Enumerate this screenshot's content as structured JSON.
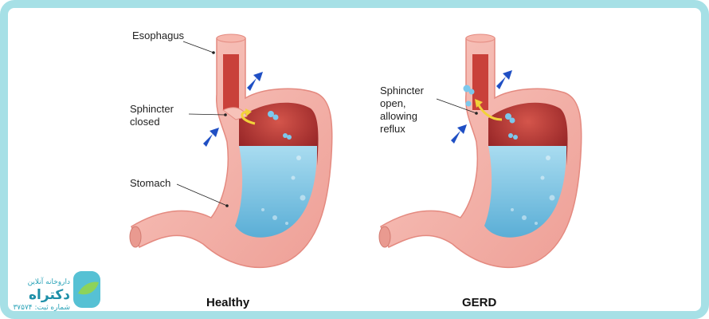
{
  "panels": [
    {
      "title": "Healthy",
      "labels": {
        "esophagus": "Esophagus",
        "sphincter": [
          "Sphincter",
          "closed"
        ],
        "stomach": "Stomach"
      }
    },
    {
      "title": "GERD",
      "labels": {
        "sphincter": [
          "Sphincter",
          "open,",
          "allowing",
          "reflux"
        ]
      }
    }
  ],
  "logo": {
    "line1": "داروخانه آنلاین",
    "brand": "دکتراه",
    "line2": "شماره ثبت: ۳۷۵۷۴"
  },
  "colors": {
    "border": "#a6e0e6",
    "stomach_wall": "#f5b5ad",
    "stomach_inner": "#b8322f",
    "acid": "#6fc1e3",
    "arrow": "#1f4fc4",
    "reflux_arrow": "#f2d23a"
  }
}
